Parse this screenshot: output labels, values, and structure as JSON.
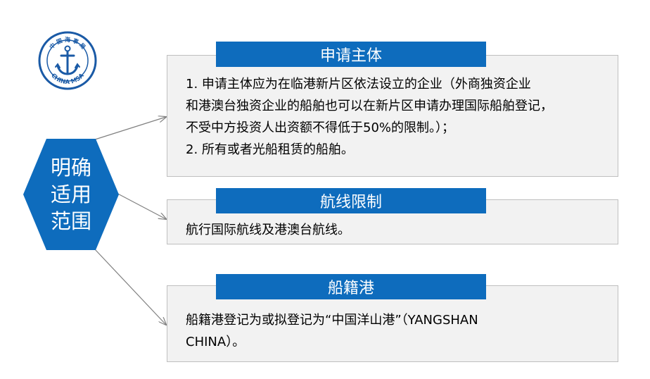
{
  "logo": {
    "top_text": "中 国 海 事 局",
    "bottom_text": "CHINA MSA",
    "icon": "anchor-icon",
    "color": "#1a5aa6"
  },
  "center_node": {
    "label": "明确适用范围",
    "color": "#0e6cbd"
  },
  "sections": [
    {
      "title": "申请主体",
      "lines": [
        "1. 申请主体应为在临港新片区依法设立的企业（外商独资企业",
        "和港澳台独资企业的船舶也可以在新片区申请办理国际船舶登记，",
        "不受中方投资人出资额不得低于50%的限制。）；",
        "2. 所有或者光船租赁的船舶。"
      ]
    },
    {
      "title": "航线限制",
      "lines": [
        "航行国际航线及港澳台航线。"
      ]
    },
    {
      "title": "船籍港",
      "lines": [
        "船籍港登记为或拟登记为“中国洋山港”（YANGSHAN",
        "CHINA）。"
      ]
    }
  ],
  "colors": {
    "tab_blue": "#0e6cbd",
    "box_fill": "#f2f2f2",
    "box_border": "#bfbfbf",
    "connector": "#808080"
  }
}
